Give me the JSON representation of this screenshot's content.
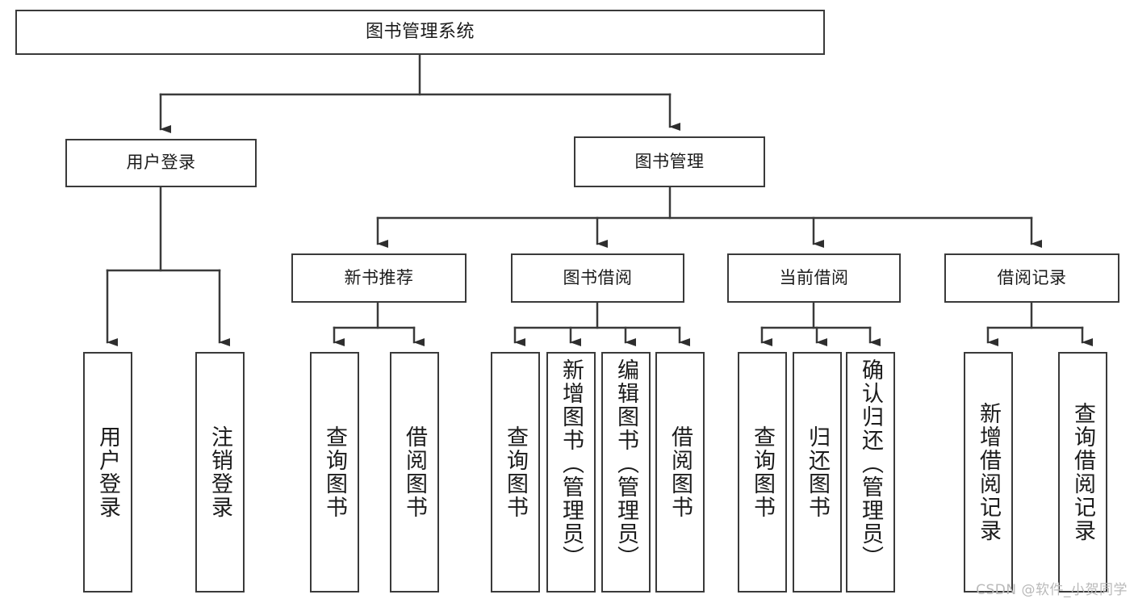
{
  "diagram": {
    "type": "tree-hierarchy",
    "title": "图书管理系统",
    "watermark": "CSDN @软件_小贺同学",
    "colors": {
      "box_border": "#3a3a3a",
      "box_fill": "#ffffff",
      "connector": "#3a3a3a",
      "text": "#1b1b1b",
      "watermark": "#b9b9b9"
    },
    "nodes": {
      "root": {
        "label": "图书管理系统"
      },
      "level1": [
        {
          "id": "user-login",
          "label": "用户登录"
        },
        {
          "id": "book-management",
          "label": "图书管理"
        }
      ],
      "level2": [
        {
          "id": "new-book-recommend",
          "label": "新书推荐"
        },
        {
          "id": "book-borrow",
          "label": "图书借阅"
        },
        {
          "id": "current-borrow",
          "label": "当前借阅"
        },
        {
          "id": "borrow-record",
          "label": "借阅记录"
        }
      ],
      "leaves": {
        "user_login": [
          {
            "id": "leaf-user-login",
            "label": "用户登录"
          },
          {
            "id": "leaf-logout-login",
            "label": "注销登录"
          }
        ],
        "new_book_recommend": [
          {
            "id": "leaf-query-book-1",
            "label": "查询图书"
          },
          {
            "id": "leaf-borrow-book-1",
            "label": "借阅图书"
          }
        ],
        "book_borrow": [
          {
            "id": "leaf-query-book-2",
            "label": "查询图书"
          },
          {
            "id": "leaf-add-book",
            "label": "新增图书（管理员）"
          },
          {
            "id": "leaf-edit-book",
            "label": "编辑图书（管理员）"
          },
          {
            "id": "leaf-borrow-book-2",
            "label": "借阅图书"
          }
        ],
        "current_borrow": [
          {
            "id": "leaf-query-book-3",
            "label": "查询图书"
          },
          {
            "id": "leaf-return-book",
            "label": "归还图书"
          },
          {
            "id": "leaf-confirm-return",
            "label": "确认归还（管理员）"
          }
        ],
        "borrow_record": [
          {
            "id": "leaf-add-borrow-record",
            "label": "新增借阅记录"
          },
          {
            "id": "leaf-query-borrow-record",
            "label": "查询借阅记录"
          }
        ]
      }
    }
  }
}
